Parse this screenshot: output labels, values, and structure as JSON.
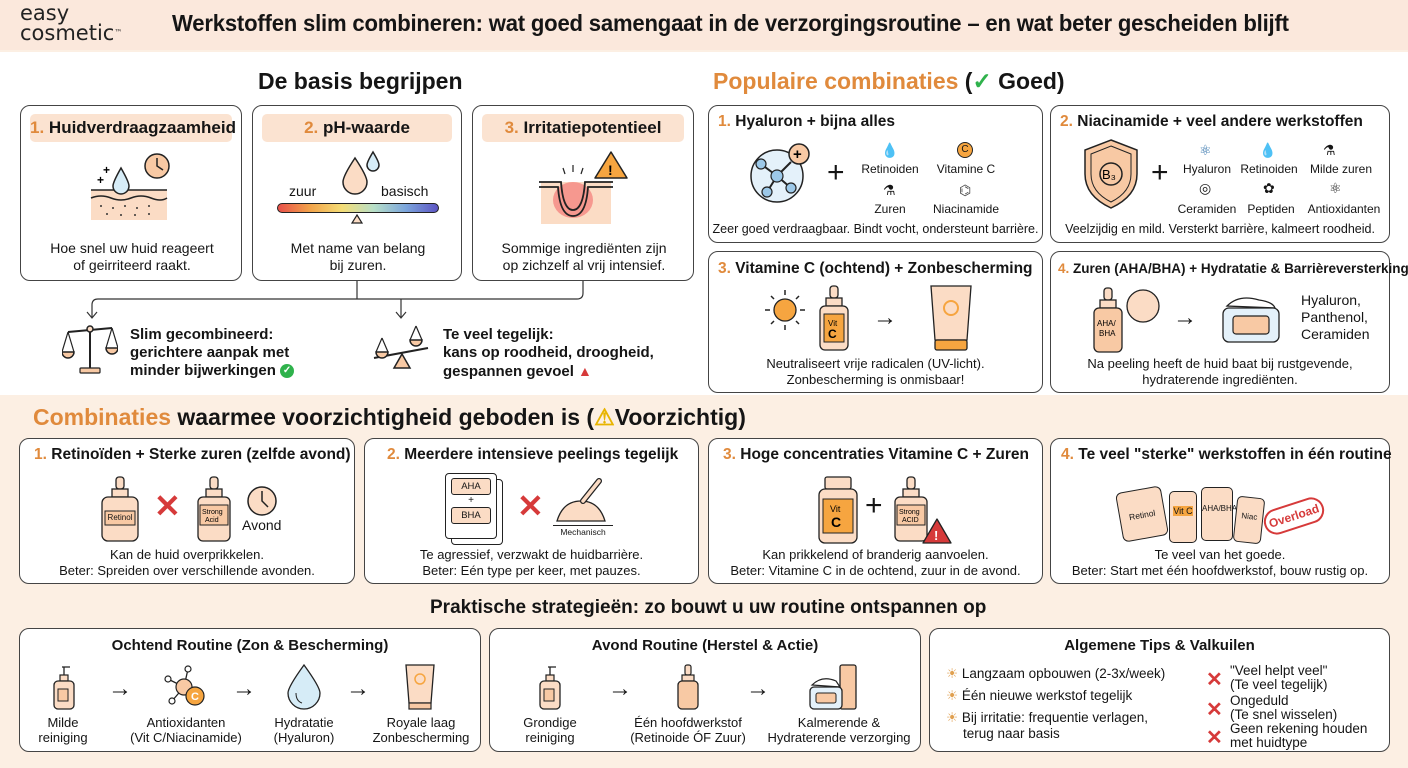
{
  "header": {
    "logo_line1": "easy",
    "logo_line2": "cosmetic",
    "logo_tm": "™",
    "title": "Werkstoffen slim combineren: wat goed samengaat in de verzorgingsroutine – en wat beter gescheiden blijft"
  },
  "basis": {
    "title": "De basis begrijpen",
    "cards": [
      {
        "num": "1.",
        "title": "Huidverdraagzaamheid",
        "caption_l1": "Hoe snel uw huid reageert",
        "caption_l2": "of geirriteerd raakt.",
        "icon": "skin-drop-clock-icon"
      },
      {
        "num": "2.",
        "title": "pH-waarde",
        "caption_l1": "Met name van belang",
        "caption_l2": "bij zuren.",
        "label_left": "zuur",
        "label_right": "basisch",
        "icon": "ph-scale-icon"
      },
      {
        "num": "3.",
        "title": "Irritatiepotentieel",
        "caption_l1": "Sommige ingrediënten zijn",
        "caption_l2": "op zichzelf al vrij intensief.",
        "icon": "irritated-skin-warning-icon"
      }
    ],
    "outcomes": [
      {
        "l1": "Slim gecombineerd:",
        "l2": "gerichtere aanpak met",
        "l3": "minder bijwerkingen",
        "icon": "balanced-scale-icon",
        "status": "check-icon"
      },
      {
        "l1": "Te veel tegelijk:",
        "l2": "kans op roodheid, droogheid,",
        "l3": "gespannen gevoel",
        "icon": "tipped-scale-icon",
        "status": "warning-icon"
      }
    ]
  },
  "popular": {
    "title_orange": "Populaire combinaties",
    "title_open": " (",
    "title_check": "✓",
    "title_rest": " Goed)",
    "cards": [
      {
        "num": "1.",
        "title": "Hyaluron + bijna alles",
        "items": [
          "Retinoiden",
          "Vitamine C",
          "Zuren",
          "Niacinamide"
        ],
        "caption": "Zeer goed verdraagbaar. Bindt vocht, ondersteunt barrière."
      },
      {
        "num": "2.",
        "title": "Niacinamide + veel andere werkstoffen",
        "badge": "B3",
        "items": [
          "Hyaluron",
          "Retinoiden",
          "Milde zuren",
          "Ceramiden",
          "Peptiden",
          "Antioxidanten"
        ],
        "caption": "Veelzijdig en mild. Versterkt barrière, kalmeert roodheid."
      },
      {
        "num": "3.",
        "title": "Vitamine C (ochtend) + Zonbescherming",
        "bottle_label_1": "Vit",
        "bottle_label_2": "C",
        "caption_l1": "Neutraliseert vrije radicalen (UV-licht).",
        "caption_l2": "Zonbescherming is onmisbaar!"
      },
      {
        "num": "4.",
        "title": "Zuren (AHA/BHA) + Hydratatie & Barrièreversterking",
        "bottle_label_1": "AHA/",
        "bottle_label_2": "BHA",
        "items": [
          "Hyaluron,",
          "Panthenol,",
          "Ceramiden"
        ],
        "caption_l1": "Na peeling heeft de huid baat bij rustgevende,",
        "caption_l2": "hydraterende ingrediënten."
      }
    ]
  },
  "caution": {
    "title_orange": "Combinaties",
    "title_rest": " waarmee voorzichtigheid geboden is (",
    "title_warn": "⚠",
    "title_end": "Voorzichtig)",
    "cards": [
      {
        "num": "1.",
        "title": "Retinoïden + Sterke zuren (zelfde avond)",
        "label_a": "Retinol",
        "label_b1": "Strong",
        "label_b2": "Acid",
        "label_c": "Avond",
        "caption_l1": "Kan de huid overprikkelen.",
        "caption_l2": "Beter: Spreiden over verschillende avonden."
      },
      {
        "num": "2.",
        "title": "Meerdere intensieve peelings tegelijk",
        "label_a": "AHA",
        "label_plus": "+",
        "label_b": "BHA",
        "label_c": "Mechanisch",
        "caption_l1": "Te agressief, verzwakt de huidbarrière.",
        "caption_l2": "Beter: Eén type per keer, met pauzes."
      },
      {
        "num": "3.",
        "title": "Hoge concentraties Vitamine C + Zuren",
        "label_a1": "Vit",
        "label_a2": "C",
        "label_b1": "Strong",
        "label_b2": "ACID",
        "caption_l1": "Kan prikkelend of branderig aanvoelen.",
        "caption_l2": "Beter: Vitamine C in de ochtend, zuur in de avond."
      },
      {
        "num": "4.",
        "title": "Te veel \"sterke\" werkstoffen in één routine",
        "labels": [
          "Retinol",
          "Vit C",
          "AHA/BHA",
          "Niac"
        ],
        "stamp": "Overload",
        "caption_l1": "Te veel van het goede.",
        "caption_l2": "Beter: Start met één hoofdwerkstof, bouw rustig op."
      }
    ]
  },
  "strategies": {
    "title": "Praktische strategieën: zo bouwt u uw routine ontspannen op",
    "morning": {
      "title": "Ochtend Routine (Zon & Bescherming)",
      "steps": [
        {
          "l1": "Milde",
          "l2": "reiniging"
        },
        {
          "l1": "Antioxidanten",
          "l2": "(Vit C/Niacinamide)"
        },
        {
          "l1": "Hydratatie",
          "l2": "(Hyaluron)"
        },
        {
          "l1": "Royale laag",
          "l2": "Zonbescherming"
        }
      ]
    },
    "evening": {
      "title": "Avond Routine (Herstel & Actie)",
      "steps": [
        {
          "l1": "Grondige",
          "l2": "reiniging"
        },
        {
          "l1": "Één hoofdwerkstof",
          "l2": "(Retinoide ÓF Zuur)"
        },
        {
          "l1": "Kalmerende &",
          "l2": "Hydraterende verzorging"
        }
      ]
    },
    "tips": {
      "title": "Algemene Tips & Valkuilen",
      "do": [
        "Langzaam opbouwen (2-3x/week)",
        "Één nieuwe werkstof tegelijk",
        "Bij irritatie: frequentie verlagen,",
        "terug naar basis"
      ],
      "dont": [
        {
          "l1": "\"Veel helpt veel\"",
          "l2": "(Te veel tegelijk)"
        },
        {
          "l1": "Ongeduld",
          "l2": "(Te snel wisselen)"
        },
        {
          "l1": "Geen rekening houden",
          "l2": "met huidtype"
        }
      ]
    }
  },
  "colors": {
    "accent": "#e08a3c",
    "peach": "#fbe3d1",
    "good": "#2fb24c",
    "bad": "#d63a3a",
    "background": "#fcefe3"
  }
}
